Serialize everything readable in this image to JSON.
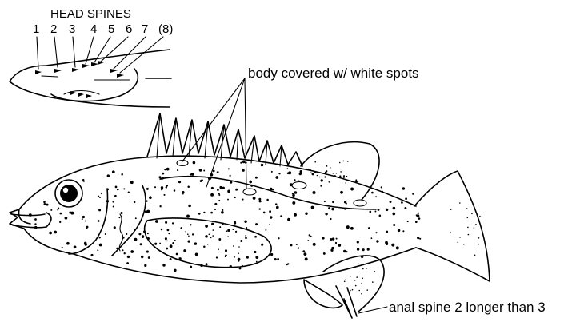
{
  "labels": {
    "head_spines_title": "HEAD SPINES",
    "spine_numbers": [
      "1",
      "2",
      "3",
      "4",
      "5",
      "6",
      "7",
      "(8)"
    ],
    "white_spots": "body covered w/ white spots",
    "anal_spine": "anal spine 2 longer than 3"
  },
  "colors": {
    "ink": "#000000",
    "background": "#ffffff"
  }
}
